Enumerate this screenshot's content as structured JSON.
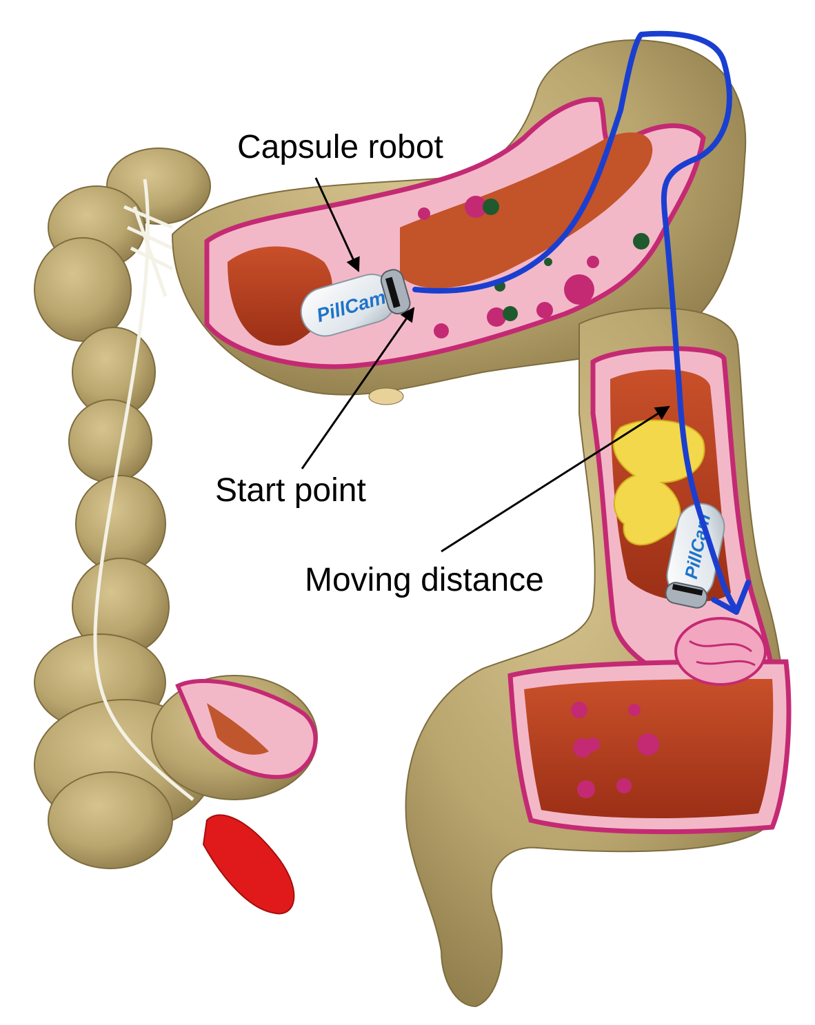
{
  "annotations": {
    "capsule_robot": "Capsule robot",
    "start_point": "Start point",
    "moving_distance": "Moving distance"
  },
  "capsule": {
    "brand": "PillCam"
  },
  "colors": {
    "model_body": "#b9a56e",
    "model_shadow": "#8f7d4c",
    "mucosa_pink": "#f3b8c8",
    "wall_magenta": "#c42a73",
    "lumen_red": "#b03a1e",
    "path_blue": "#1a3fd0",
    "rectum_red": "#e01a1a",
    "stool_yellow": "#f2d84a"
  },
  "icons": {
    "arrow_head": "arrowhead-icon"
  }
}
